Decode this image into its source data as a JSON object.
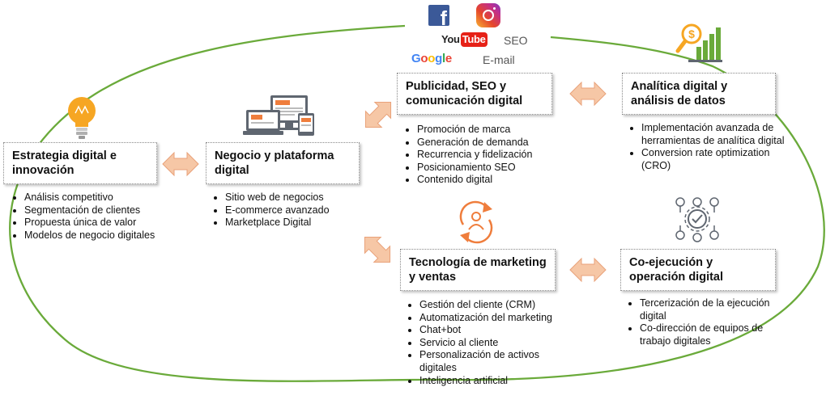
{
  "social": {
    "youtube_you": "You",
    "youtube_tube": "Tube",
    "seo": "SEO",
    "google": [
      "G",
      "o",
      "o",
      "g",
      "l",
      "e"
    ],
    "email": "E-mail",
    "facebook": "f"
  },
  "boxes": {
    "estrategia": {
      "title": "Estrategia digital e innovación",
      "items": [
        "Análisis competitivo",
        "Segmentación de clientes",
        "Propuesta única de valor",
        "Modelos de negocio digitales"
      ]
    },
    "negocio": {
      "title": "Negocio y plataforma digital",
      "items": [
        "Sitio web de negocios",
        "E-commerce avanzado",
        "Marketplace Digital"
      ]
    },
    "publicidad": {
      "title": "Publicidad, SEO y comunicación digital",
      "items": [
        "Promoción de marca",
        "Generación de demanda",
        "Recurrencia y fidelización",
        "Posicionamiento SEO",
        "Contenido digital"
      ]
    },
    "analitica": {
      "title": "Analítica digital y análisis de datos",
      "items": [
        "Implementación avanzada de herramientas de analítica digital",
        "Conversion rate optimization (CRO)"
      ]
    },
    "tecnologia": {
      "title": "Tecnología de marketing y ventas",
      "items": [
        "Gestión del cliente (CRM)",
        "Automatización del marketing",
        "Chat+bot",
        "Servicio al cliente",
        "Personalización de activos digitales",
        "Inteligencia artificial"
      ]
    },
    "coejecucion": {
      "title": "Co-ejecución y operación digital",
      "items": [
        "Tercerización de la ejecución digital",
        "Co-dirección de equipos de trabajo digitales"
      ]
    }
  },
  "colors": {
    "cycle": "#6aaa3a",
    "arrow": "#f6c7a6",
    "arrow_stroke": "#e9a27a",
    "accent": "#ef7d3c",
    "icon_gray": "#5f6670"
  }
}
